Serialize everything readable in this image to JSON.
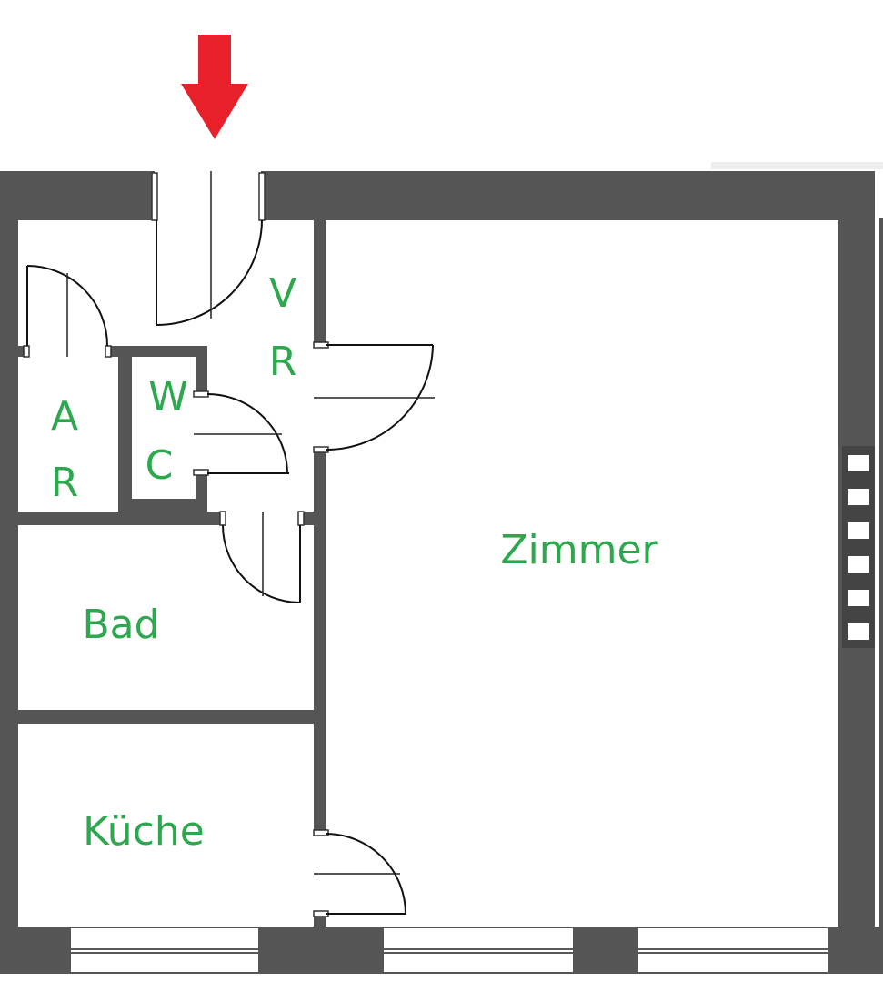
{
  "title": "Floor plan",
  "colors": {
    "wall": "#555555",
    "label": "#2ea84e",
    "arrow": "#e8202a"
  },
  "entrance_marker": {
    "icon": "arrow-down-icon"
  },
  "rooms": {
    "vr_line1": "V",
    "vr_line2": "R",
    "ar_line1": "A",
    "ar_line2": "R",
    "wc_line1": "W",
    "wc_line2": "C",
    "bad": "Bad",
    "zimmer": "Zimmer",
    "kueche": "Küche"
  }
}
